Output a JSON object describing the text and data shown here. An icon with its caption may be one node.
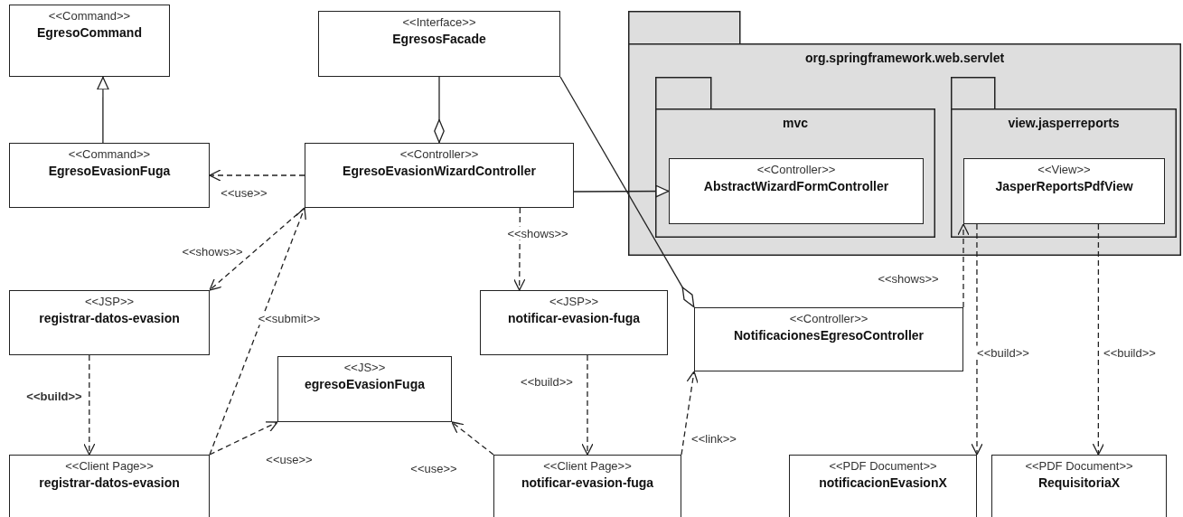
{
  "diagram": {
    "nodes": [
      {
        "text": [
          "<<Command>>",
          "EgresoCommand"
        ]
      },
      {
        "text": [
          "<<Interface>>",
          "EgresosFacade"
        ]
      },
      {
        "text": [
          "org.springframework.web.servlet"
        ]
      },
      {
        "text": [
          "mvc"
        ],
        "in": 2
      },
      {
        "text": [
          "<<Controller>>",
          "AbstractWizardFormController"
        ],
        "in": 3
      },
      {
        "text": [
          "view.jasperreports"
        ],
        "in": 2
      },
      {
        "text": [
          "<<View>>",
          "JasperReportsPdfView"
        ],
        "in": 5
      },
      {
        "text": [
          "<<Command>>",
          "EgresoEvasionFuga"
        ]
      },
      {
        "text": [
          "<<Controller>>",
          "EgresoEvasionWizardController"
        ]
      },
      {
        "text": [
          "<<JSP>>",
          "registrar-datos-evasion"
        ]
      },
      {
        "text": [
          "<<JSP>>",
          "notificar-evasion-fuga"
        ]
      },
      {
        "text": [
          "<<Controller>>",
          "NotificacionesEgresoController"
        ]
      },
      {
        "text": [
          "<<JS>>",
          "egresoEvasionFuga"
        ]
      },
      {
        "text": [
          "<<Client Page>>",
          "registrar-datos-evasion"
        ]
      },
      {
        "text": [
          "<<Client Page>>",
          "notificar-evasion-fuga"
        ]
      },
      {
        "text": [
          "<<PDF Document>>",
          "notificacionEvasionX"
        ]
      },
      {
        "text": [
          "<<PDF Document>>",
          "RequisitoriaX"
        ]
      }
    ],
    "edges": [
      {
        "from": 7,
        "to": 0,
        "arrow": "to"
      },
      {
        "from": 8,
        "to": 1,
        "arrow": "other"
      },
      {
        "from": 8,
        "to": 7,
        "arrow": "to",
        "style": "dashed",
        "label": "<<use>>"
      },
      {
        "from": 8,
        "to": 4,
        "arrow": "to"
      },
      {
        "from": 11,
        "to": 1,
        "arrow": "other"
      },
      {
        "from": 8,
        "to": 9,
        "arrow": "to",
        "style": "dashed",
        "label": "<<shows>>"
      },
      {
        "from": 13,
        "to": 8,
        "arrow": "to",
        "style": "dashed",
        "label": "<<submit>>"
      },
      {
        "from": 8,
        "to": 10,
        "arrow": "to",
        "style": "dashed",
        "label": "<<shows>>"
      },
      {
        "from": 9,
        "to": 13,
        "arrow": "to",
        "style": "dashed",
        "label": "**<<build>>**"
      },
      {
        "from": 13,
        "to": 12,
        "arrow": "to",
        "style": "dashed",
        "label": "<<use>>"
      },
      {
        "from": 14,
        "to": 12,
        "arrow": "to",
        "style": "dashed",
        "label": "<<use>>"
      },
      {
        "from": 10,
        "to": 14,
        "arrow": "to",
        "style": "dashed",
        "label": "<<build>>"
      },
      {
        "from": 14,
        "to": 11,
        "arrow": "to",
        "style": "dashed",
        "label": "<<link>>"
      },
      {
        "from": 11,
        "to": 6,
        "arrow": "to",
        "style": "dashed",
        "label": "<<shows>>"
      },
      {
        "from": 6,
        "to": 15,
        "arrow": "to",
        "style": "dashed",
        "label": "<<build>>"
      },
      {
        "from": 6,
        "to": 16,
        "arrow": "to",
        "style": "dashed",
        "label": "<<build>>"
      }
    ]
  }
}
